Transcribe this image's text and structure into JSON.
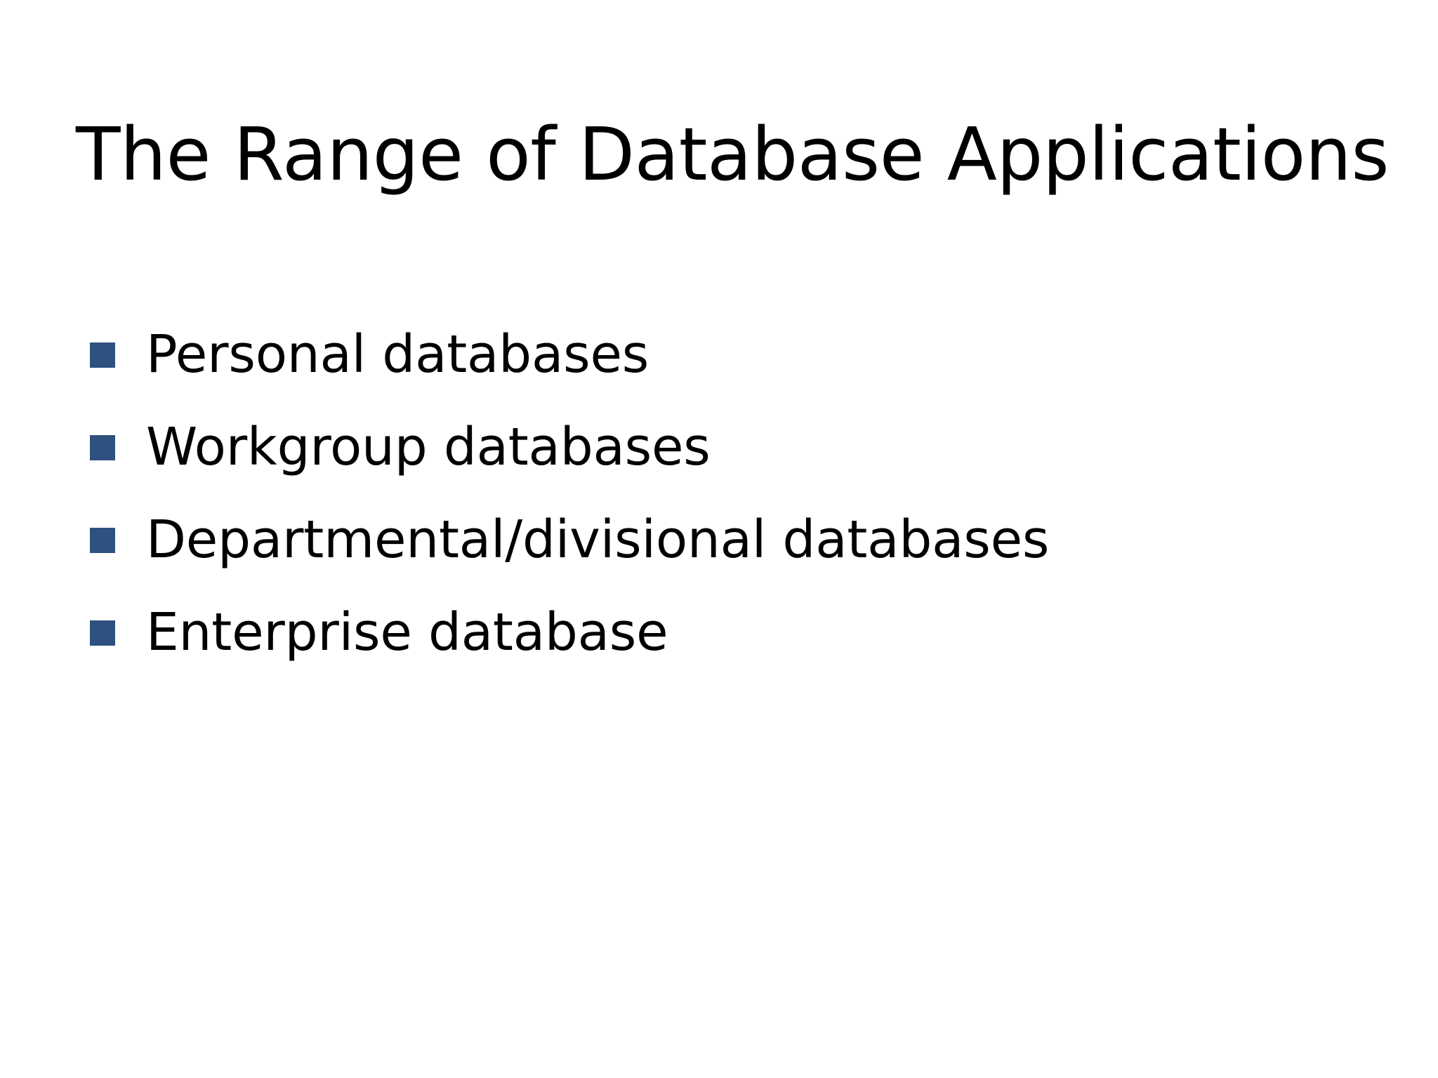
{
  "slide": {
    "title": "The Range of Database Applications",
    "background_color": "#FFFFFF",
    "title_color": "#000000",
    "body_text_color": "#000000",
    "bullet_marker_color": "#2E5180",
    "bullet_marker_icon": "square-bullet-icon",
    "bullets": [
      {
        "label": "Personal databases"
      },
      {
        "label": "Workgroup databases"
      },
      {
        "label": "Departmental/divisional databases"
      },
      {
        "label": "Enterprise database"
      }
    ]
  }
}
